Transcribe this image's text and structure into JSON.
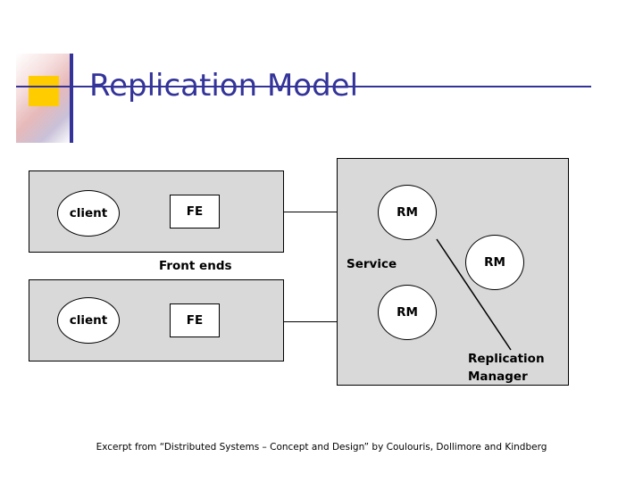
{
  "slide": {
    "title": "Replication Model",
    "footnote": "Excerpt from “Distributed Systems – Concept and Design” by Coulouris, Dollimore and Kindberg"
  },
  "diagram": {
    "clients": [
      {
        "label": "client"
      },
      {
        "label": "client"
      }
    ],
    "front_ends": [
      {
        "label": "FE"
      },
      {
        "label": "FE"
      }
    ],
    "replication_managers": [
      {
        "label": "RM"
      },
      {
        "label": "RM"
      },
      {
        "label": "RM"
      }
    ],
    "captions": {
      "front_ends": "Front ends",
      "service": "Service",
      "replication_manager_line1": "Replication",
      "replication_manager_line2": "Manager"
    }
  },
  "colors": {
    "title": "#333399",
    "box_fill": "#d9d9d9",
    "accent_yellow": "#ffcc00",
    "stroke": "#000000"
  }
}
